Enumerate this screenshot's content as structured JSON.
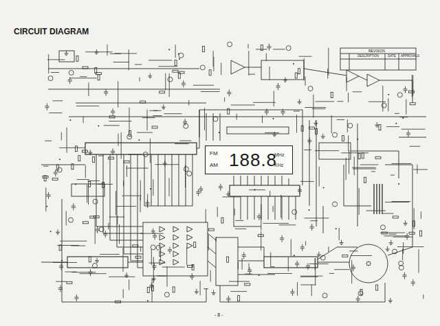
{
  "diagram": {
    "title": "CIRCUIT DIAGRAM",
    "nodes": [
      {
        "text": [
          "FM",
          "AM",
          "188.8",
          "MHz",
          "KHz"
        ]
      }
    ],
    "labels": [
      "- 8 -",
      "REVISION",
      "DESCRIPTION",
      "DATE",
      "APPROVALS"
    ]
  }
}
